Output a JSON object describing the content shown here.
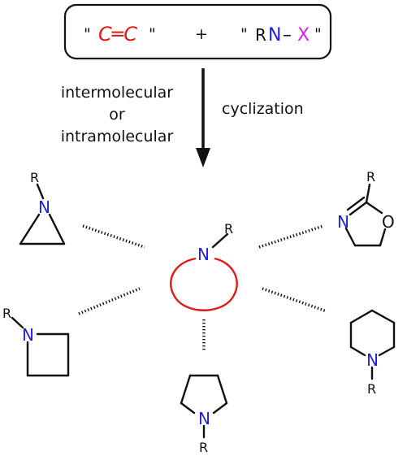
{
  "box": {
    "quote": "\"",
    "cc": "C═C",
    "plus": "+",
    "rnx_r": "R",
    "rnx_n": "N",
    "rnx_dash": "–",
    "rnx_x": "X"
  },
  "arrow": {
    "left_line1": "intermolecular",
    "left_line2": "or",
    "left_line3": "intramolecular",
    "right_label": "cyclization"
  },
  "center": {
    "n": "N",
    "r": "R"
  },
  "aziridine": {
    "n": "N",
    "r": "R"
  },
  "oxazoline": {
    "n": "N",
    "o": "O",
    "r": "R"
  },
  "azetidine": {
    "n": "N",
    "r": "R"
  },
  "piperidine": {
    "n": "N",
    "r": "R"
  },
  "pyrrolidine": {
    "n": "N",
    "r": "R"
  },
  "colors": {
    "alkene": "#e01919",
    "nitrogen": "#1f1fe0",
    "leaving_group": "#e020e0",
    "ring": "#e01919"
  }
}
